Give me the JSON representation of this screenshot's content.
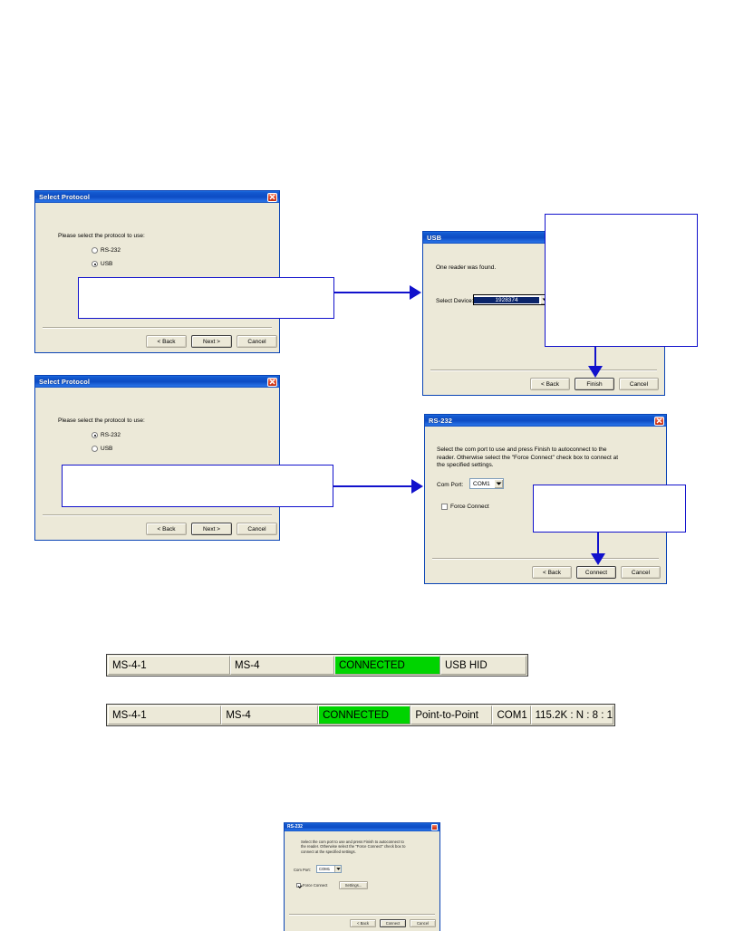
{
  "dialogs": {
    "select_protocol_usb": {
      "title": "Select Protocol",
      "prompt": "Please select the protocol to use:",
      "options": [
        {
          "label": "RS-232",
          "selected": false
        },
        {
          "label": "USB",
          "selected": true
        }
      ],
      "buttons": {
        "back": "< Back",
        "next": "Next >",
        "cancel": "Cancel"
      }
    },
    "select_protocol_rs232": {
      "title": "Select Protocol",
      "prompt": "Please select the protocol to use:",
      "options": [
        {
          "label": "RS-232",
          "selected": true
        },
        {
          "label": "USB",
          "selected": false
        }
      ],
      "buttons": {
        "back": "< Back",
        "next": "Next >",
        "cancel": "Cancel"
      }
    },
    "usb": {
      "title": "USB",
      "message": "One reader was found.",
      "select_device_label": "Select Device:",
      "select_device_value": "1928374",
      "buttons": {
        "back": "< Back",
        "finish": "Finish",
        "cancel": "Cancel"
      }
    },
    "rs232": {
      "title": "RS-232",
      "message": "Select the com port to use and press Finish to autoconnect to the reader. Otherwise select the \"Force Connect\" check box to connect at the specified settings.",
      "com_port_label": "Com Port:",
      "com_port_value": "COM1",
      "force_connect_label": "Force Connect",
      "force_connect_checked": false,
      "buttons": {
        "back": "< Back",
        "connect": "Connect",
        "cancel": "Cancel"
      }
    },
    "rs232_force": {
      "title": "RS-232",
      "message": "Select the com port to use and press Finish to autoconnect to the reader. Otherwise select the \"Force Connect\" check box to connect at the specified settings.",
      "com_port_label": "Com Port:",
      "com_port_value": "COM1",
      "force_connect_label": "Force Connect",
      "force_connect_checked": true,
      "settings_button": "Settings...",
      "buttons": {
        "back": "< Back",
        "connect": "Connect",
        "cancel": "Cancel"
      }
    }
  },
  "status_bars": {
    "usb": {
      "cells": [
        "MS-4-1",
        "MS-4",
        "CONNECTED",
        "USB HID"
      ],
      "connected_cell_index": 2,
      "connected_color": "#00d400"
    },
    "rs232": {
      "cells": [
        "MS-4-1",
        "MS-4",
        "CONNECTED",
        "Point-to-Point",
        "COM1",
        "115.2K : N : 8 : 1"
      ],
      "connected_cell_index": 2,
      "connected_color": "#00d400"
    }
  },
  "callouts": {
    "usb_protocol_note": "",
    "usb_device_note": "",
    "rs232_protocol_note": "",
    "rs232_force_note": ""
  },
  "colors": {
    "dialog_face": "#ece9d8",
    "titlebar_blue": "#0d4cc4",
    "annotation_blue": "#1111cc",
    "connected_green": "#00d400"
  }
}
